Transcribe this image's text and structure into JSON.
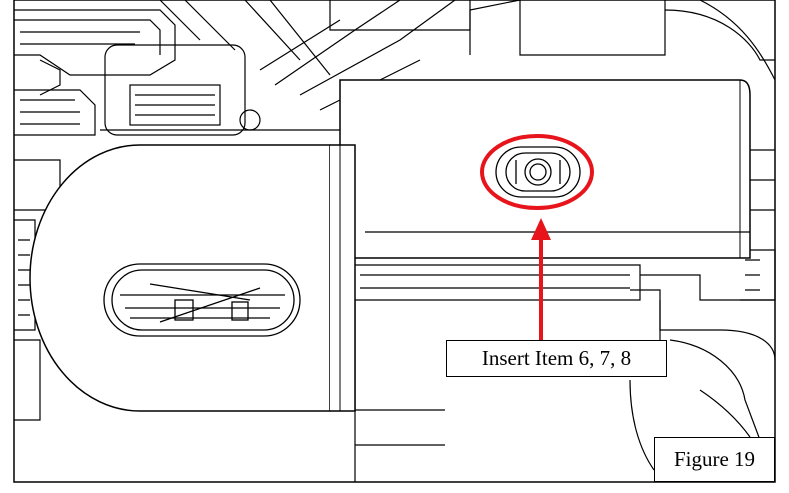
{
  "callout": {
    "text": "Insert Item 6, 7, 8"
  },
  "figure": {
    "label": "Figure 19"
  },
  "colors": {
    "highlight": "#e8141b",
    "line": "#000000",
    "background": "#ffffff"
  },
  "icons": {
    "highlight_marker": "circle",
    "pointer": "arrow-up"
  }
}
